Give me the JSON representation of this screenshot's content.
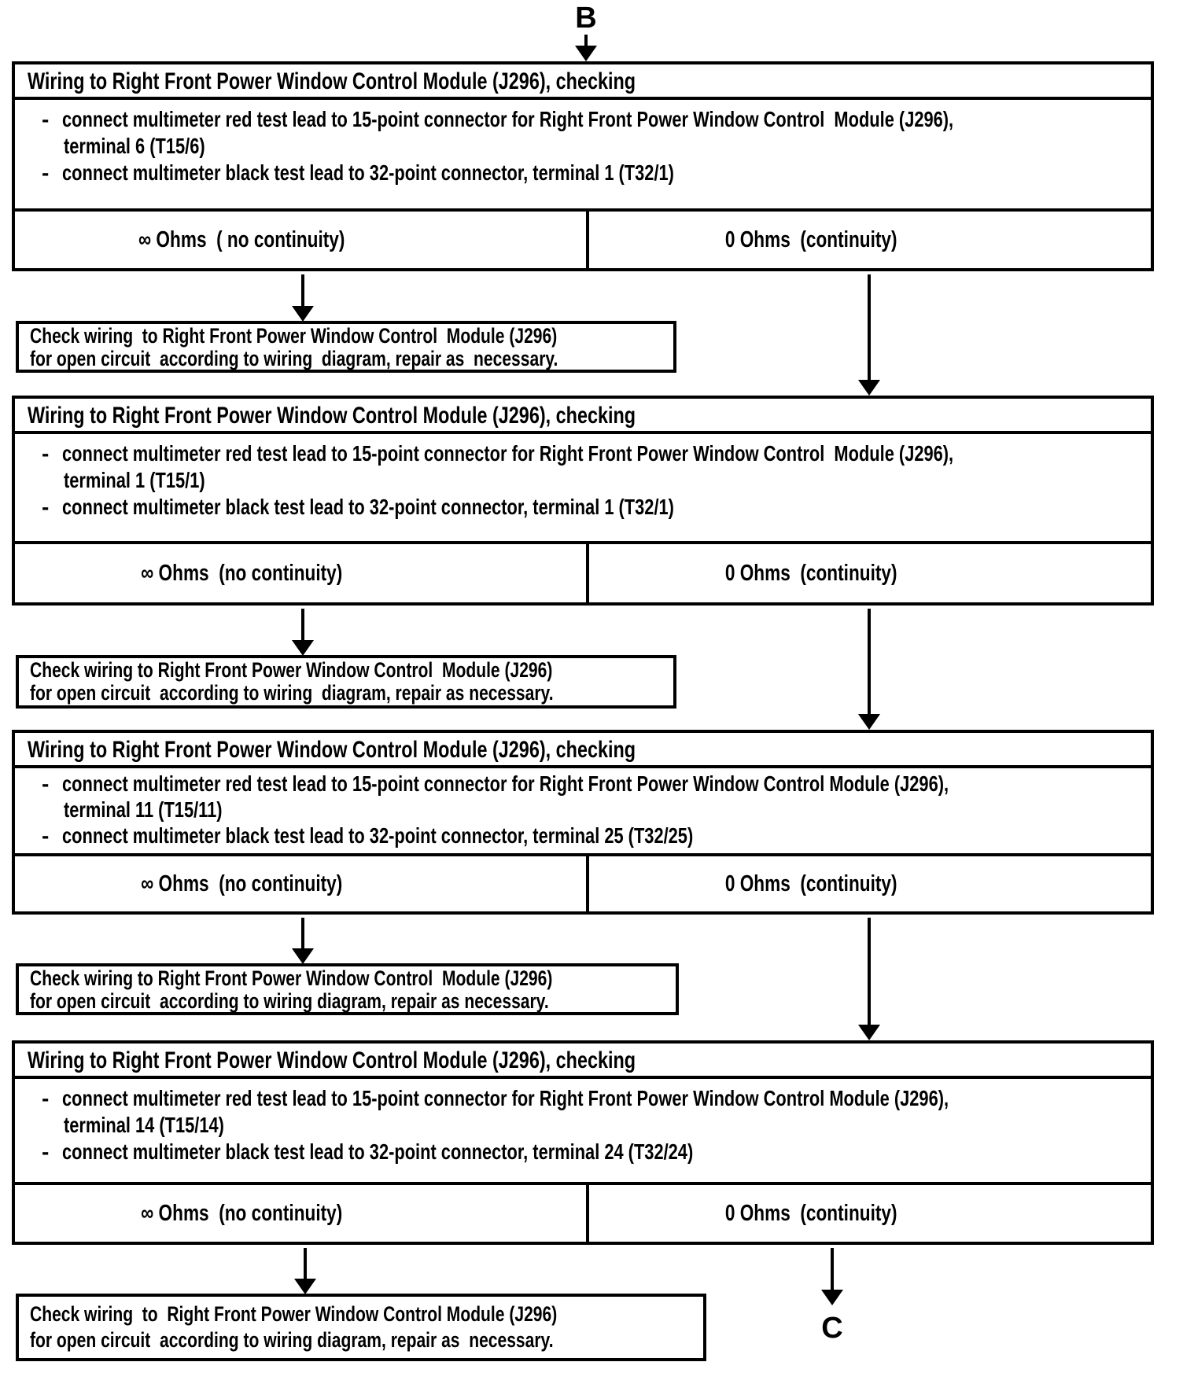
{
  "bullet_marker": "-",
  "connectors": {
    "top": "B",
    "bottom": "C"
  },
  "blocks": [
    {
      "title": "Wiring to Right Front Power Window Control Module (J296), checking",
      "bullets": [
        {
          "lines": [
            "connect multimeter red test lead to 15-point connector for Right Front Power Window Control  Module (J296),",
            "terminal 6 (T15/6)"
          ]
        },
        {
          "lines": [
            "connect multimeter black test lead to 32-point connector, terminal 1 (T32/1)"
          ]
        }
      ],
      "results": {
        "left": "∞ Ohms  ( no continuity)",
        "right": "0 Ohms  (continuity)"
      },
      "check": {
        "lines": [
          "Check wiring  to Right Front Power Window Control  Module (J296)",
          "for open circuit  according to wiring  diagram, repair as  necessary."
        ]
      }
    },
    {
      "title": "Wiring to Right Front Power Window Control Module (J296), checking",
      "bullets": [
        {
          "lines": [
            "connect multimeter red test lead to 15-point connector for Right Front Power Window Control  Module (J296),",
            "terminal 1 (T15/1)"
          ]
        },
        {
          "lines": [
            "connect multimeter black test lead to 32-point connector, terminal 1 (T32/1)"
          ]
        }
      ],
      "results": {
        "left": "∞ Ohms  (no continuity)",
        "right": "0 Ohms  (continuity)"
      },
      "check": {
        "lines": [
          "Check wiring to Right Front Power Window Control  Module (J296)",
          "for open circuit  according to wiring  diagram, repair as necessary."
        ]
      }
    },
    {
      "title": "Wiring to Right Front Power Window Control Module (J296), checking",
      "bullets": [
        {
          "lines": [
            "connect multimeter red test lead to 15-point connector for Right Front Power Window Control Module (J296),",
            "terminal 11 (T15/11)"
          ]
        },
        {
          "lines": [
            "connect multimeter black test lead to 32-point connector, terminal 25 (T32/25)"
          ]
        }
      ],
      "results": {
        "left": "∞ Ohms  (no continuity)",
        "right": "0 Ohms  (continuity)"
      },
      "check": {
        "lines": [
          "Check wiring to Right Front Power Window Control  Module (J296)",
          "for open circuit  according to wiring diagram, repair as necessary."
        ]
      }
    },
    {
      "title": "Wiring to Right Front Power Window Control Module (J296), checking",
      "bullets": [
        {
          "lines": [
            "connect multimeter red test lead to 15-point connector for Right Front Power Window Control Module (J296),",
            "terminal 14 (T15/14)"
          ]
        },
        {
          "lines": [
            "connect multimeter black test lead to 32-point connector, terminal 24 (T32/24)"
          ]
        }
      ],
      "results": {
        "left": "∞ Ohms  (no continuity)",
        "right": "0 Ohms  (continuity)"
      },
      "check": {
        "lines": [
          "Check wiring  to  Right Front Power Window Control Module (J296)",
          "for open circuit  according to wiring diagram, repair as  necessary."
        ]
      }
    }
  ]
}
